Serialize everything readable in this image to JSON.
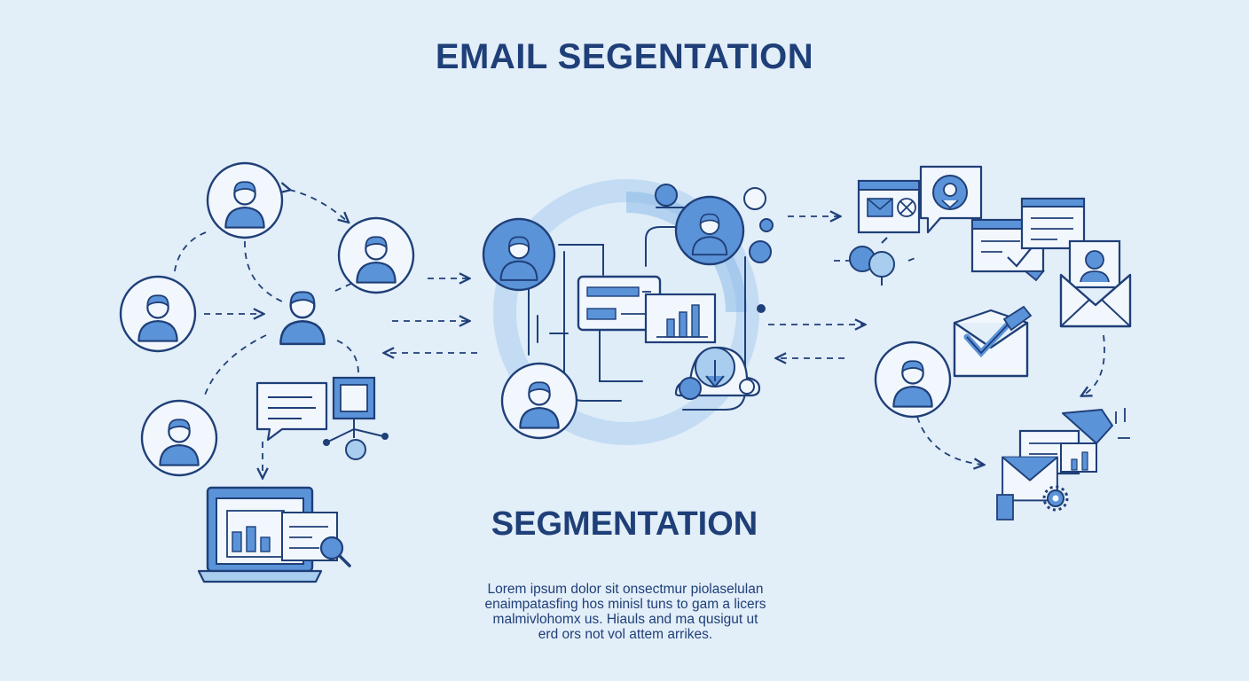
{
  "title": "EMAIL SEGENTATION",
  "subtitle": "SEGMENTATION",
  "description": [
    "Lorem ipsum dolor sit onsectmur piolaselulan",
    "enaimpatasfing hos minisl tuns to gam a licers",
    "malmivlohomx us. Hiauls and ma qusigut ut",
    "erd ors not vol attem arrikes."
  ],
  "colors": {
    "background": "#e2eef8",
    "stroke": "#1f3f78",
    "fill": "#5b93d9",
    "light_fill": "#a9cdee",
    "panel": "#f1f7fd"
  }
}
